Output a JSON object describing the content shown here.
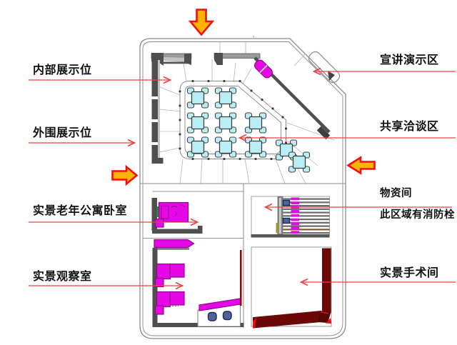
{
  "annotations": {
    "left": [
      {
        "text": "内部展示位"
      },
      {
        "text": "外围展示位"
      },
      {
        "text": "实景老年公寓卧室"
      },
      {
        "text": "实景观察室"
      }
    ],
    "right": [
      {
        "text": "宣讲演示区"
      },
      {
        "text": "共享洽谈区"
      },
      {
        "text": "物资间",
        "note": "此区域有消防栓"
      },
      {
        "text": "实景手术间"
      }
    ]
  },
  "icons": {
    "top_entrance": "arrow-down-icon",
    "left_entrance": "arrow-right-icon",
    "right_entrance": "arrow-left-icon"
  },
  "colors": {
    "leader": "#ee4040",
    "entry_arrow_fill": "#ffb303",
    "entry_arrow_border": "#ed1111",
    "table_fill": "#b9eef4",
    "furniture_magenta": "#e607e6",
    "furniture_magenta_border": "#8d0b8d",
    "operating_wall": "#6d0808",
    "wall_dark": "#4f4f4f",
    "outline_gray": "#8a8a8a",
    "stool_blue": "#4e639c",
    "text": "#111111"
  }
}
